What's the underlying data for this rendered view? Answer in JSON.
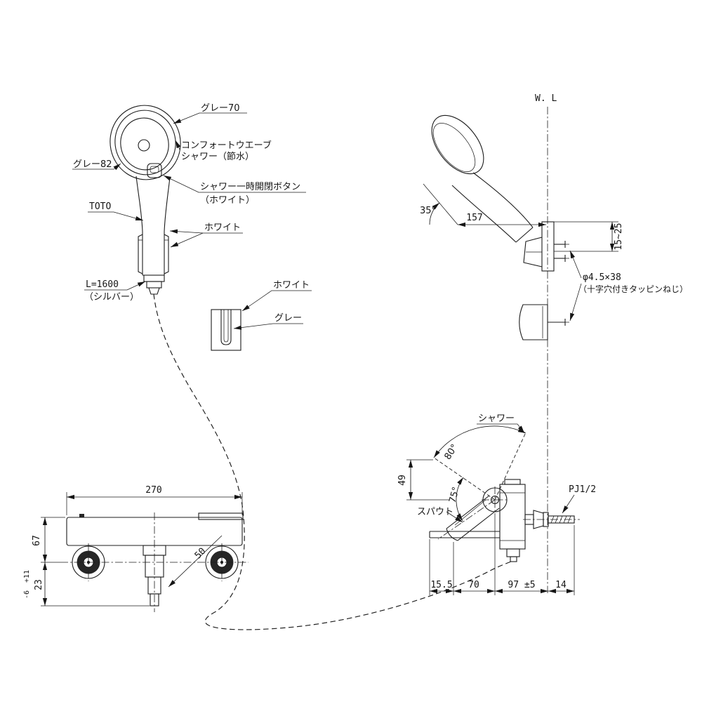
{
  "handshower": {
    "head_face_color": "グレー70",
    "head_body_color": "グレー82",
    "spray_label_1": "コンフォートウエーブ",
    "spray_label_2": "シャワー（節水）",
    "pause_button_1": "シャワー一時開閉ボタン",
    "pause_button_2": "（ホワイト）",
    "brand": "TOTO",
    "grip_color": "ホワイト",
    "hose_spec_1": "L=1600",
    "hose_spec_2": "（シルバー）"
  },
  "holder": {
    "outer_color": "ホワイト",
    "inner_color": "グレー"
  },
  "installation": {
    "water_line": "W. L",
    "head_angle": "35°",
    "reach": "157",
    "screw_range": "15~25",
    "screw_spec_1": "φ4.5×38",
    "screw_spec_2": "（十字穴付きタッピンねじ）",
    "shower_label": "シャワー",
    "swing_angle": "80°",
    "height_49": "49",
    "spout_angle": "75°",
    "spout_label": "スパウト",
    "thread": "PJ1/2",
    "dim_15_5": "15.5",
    "dim_70": "70",
    "dim_97": "97 ±5",
    "dim_14": "14"
  },
  "front_view": {
    "width": "270",
    "height_67": "67",
    "offset_50": "50",
    "height_23": "23",
    "tol_plus": "+11",
    "tol_minus": "-6"
  }
}
